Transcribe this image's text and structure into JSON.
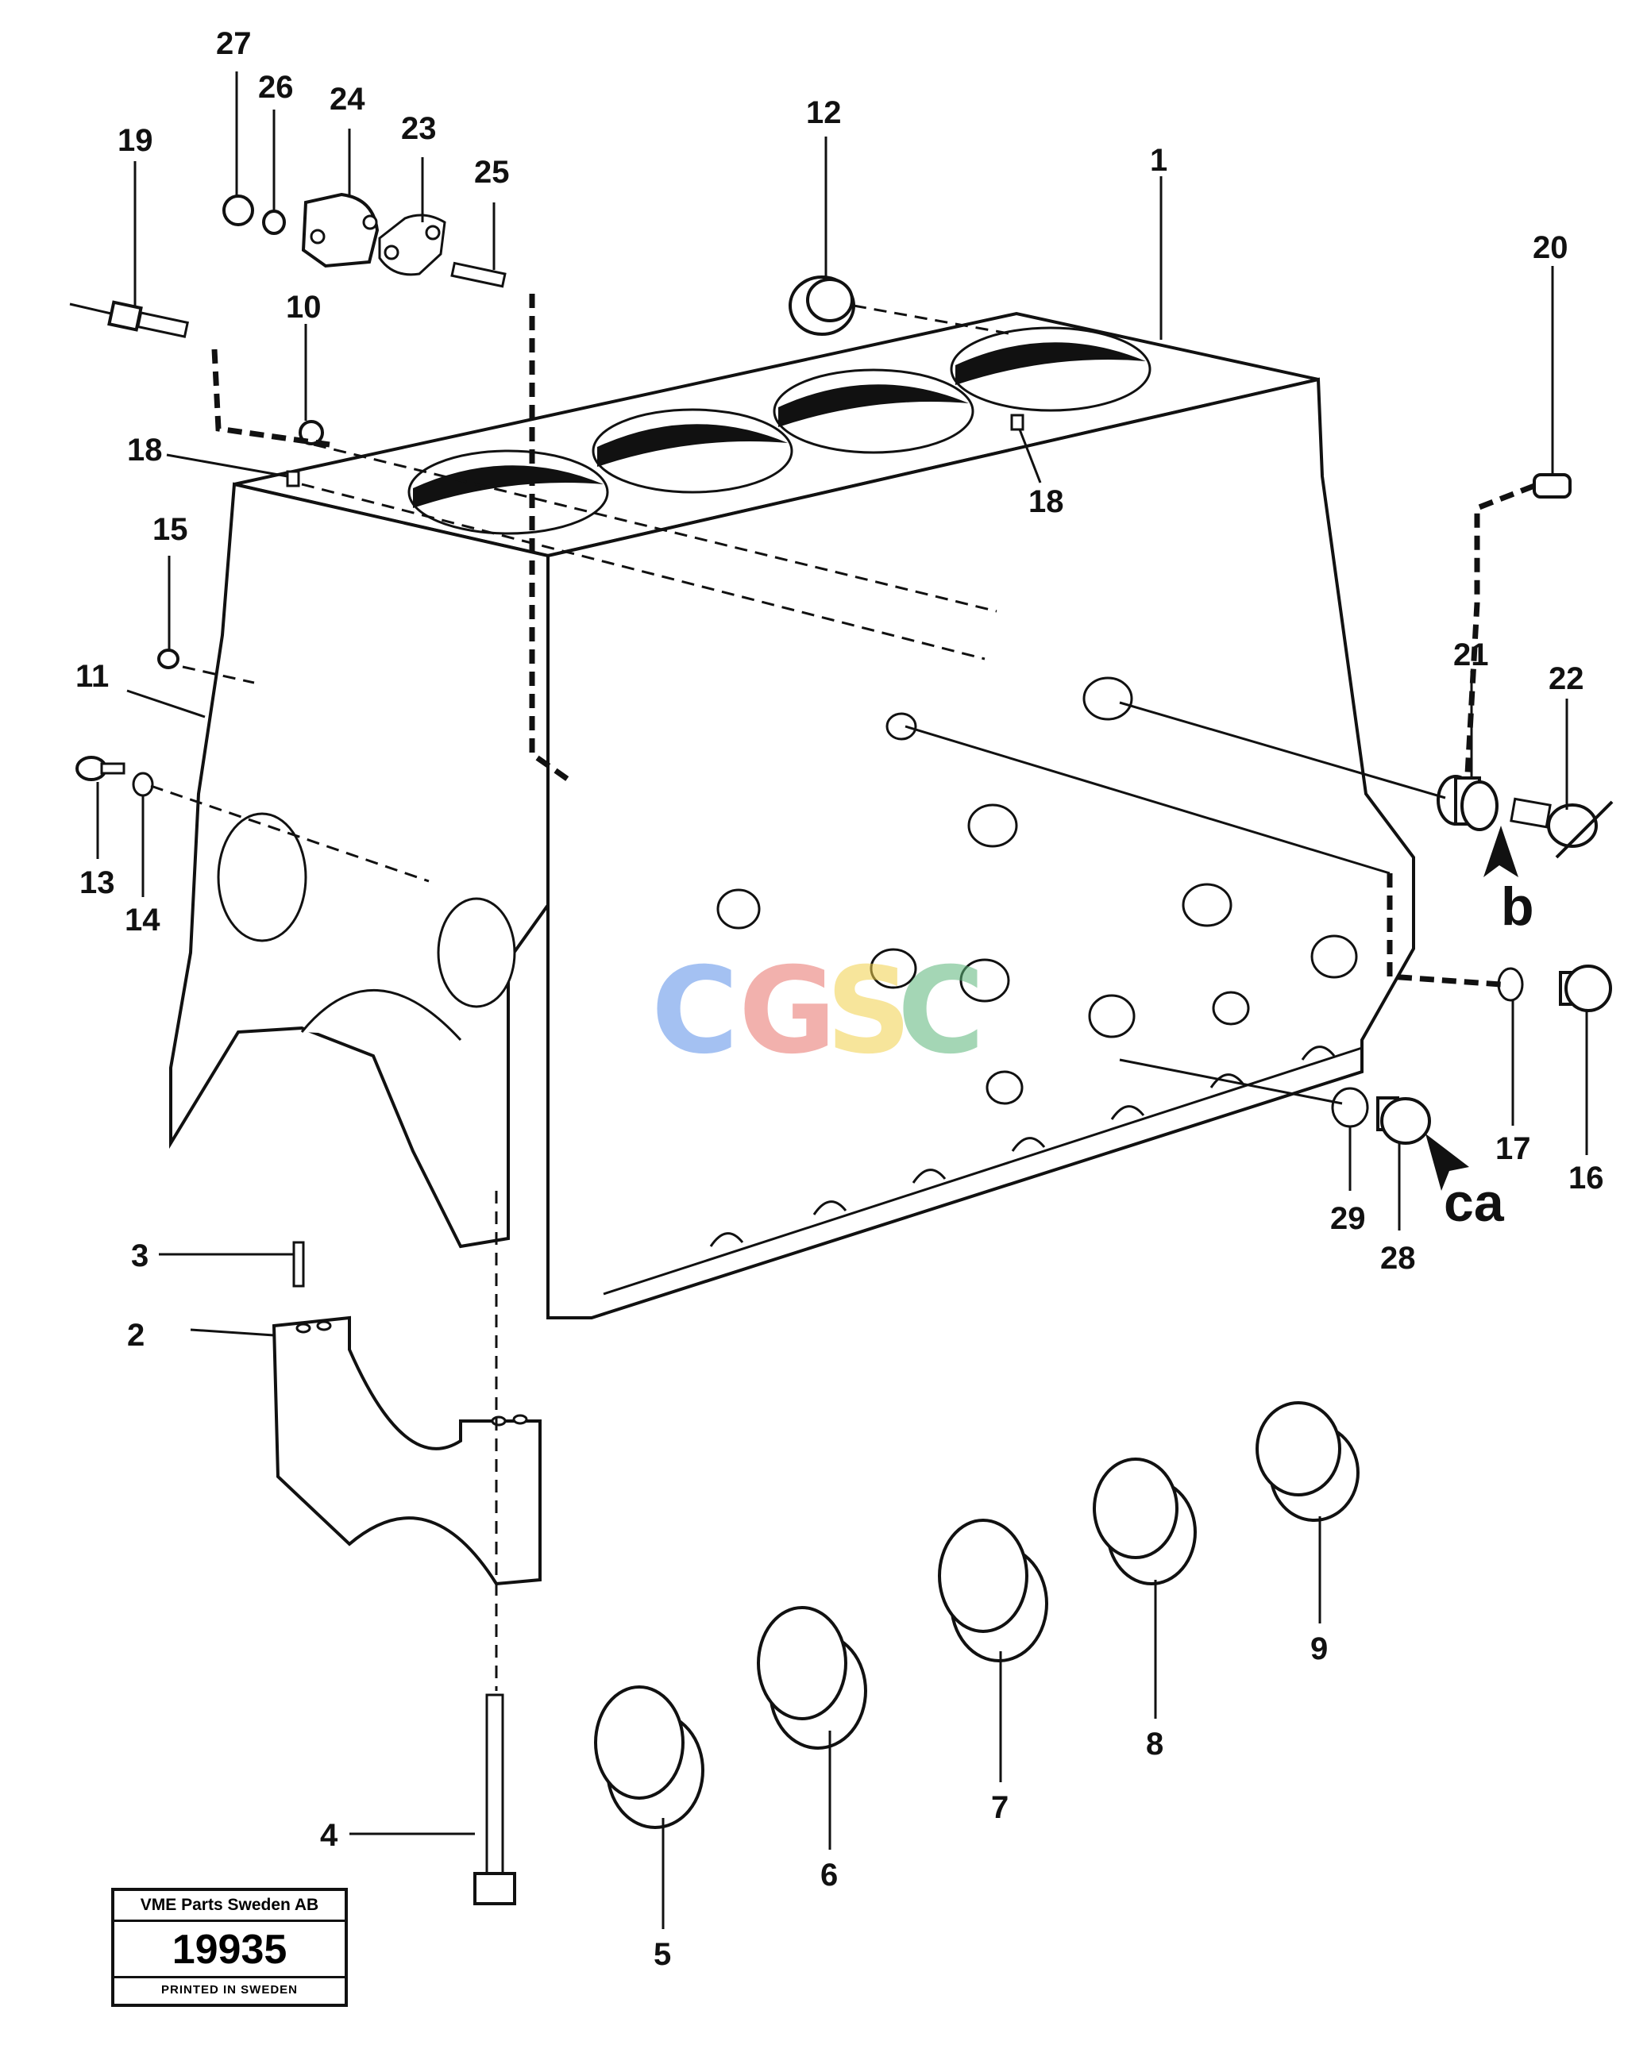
{
  "callouts": [
    {
      "id": "1",
      "label": "1"
    },
    {
      "id": "2",
      "label": "2"
    },
    {
      "id": "3",
      "label": "3"
    },
    {
      "id": "4",
      "label": "4"
    },
    {
      "id": "5",
      "label": "5"
    },
    {
      "id": "6",
      "label": "6"
    },
    {
      "id": "7",
      "label": "7"
    },
    {
      "id": "8",
      "label": "8"
    },
    {
      "id": "9",
      "label": "9"
    },
    {
      "id": "10",
      "label": "10"
    },
    {
      "id": "11",
      "label": "11"
    },
    {
      "id": "12",
      "label": "12"
    },
    {
      "id": "13",
      "label": "13"
    },
    {
      "id": "14",
      "label": "14"
    },
    {
      "id": "15",
      "label": "15"
    },
    {
      "id": "16",
      "label": "16"
    },
    {
      "id": "17",
      "label": "17"
    },
    {
      "id": "18a",
      "label": "18"
    },
    {
      "id": "18b",
      "label": "18"
    },
    {
      "id": "19",
      "label": "19"
    },
    {
      "id": "20",
      "label": "20"
    },
    {
      "id": "21",
      "label": "21"
    },
    {
      "id": "22",
      "label": "22"
    },
    {
      "id": "23",
      "label": "23"
    },
    {
      "id": "24",
      "label": "24"
    },
    {
      "id": "25",
      "label": "25"
    },
    {
      "id": "26",
      "label": "26"
    },
    {
      "id": "27",
      "label": "27"
    },
    {
      "id": "28",
      "label": "28"
    },
    {
      "id": "29",
      "label": "29"
    }
  ],
  "view_markers": {
    "b": "b",
    "ca": "ca"
  },
  "watermark": {
    "letters": [
      "C",
      "G",
      "S",
      "C"
    ],
    "colors": [
      "#5b8fe8",
      "#e8736b",
      "#f2d04a",
      "#5bb57a"
    ]
  },
  "stamp": {
    "company": "VME Parts Sweden AB",
    "number": "19935",
    "footer": "PRINTED IN SWEDEN"
  }
}
